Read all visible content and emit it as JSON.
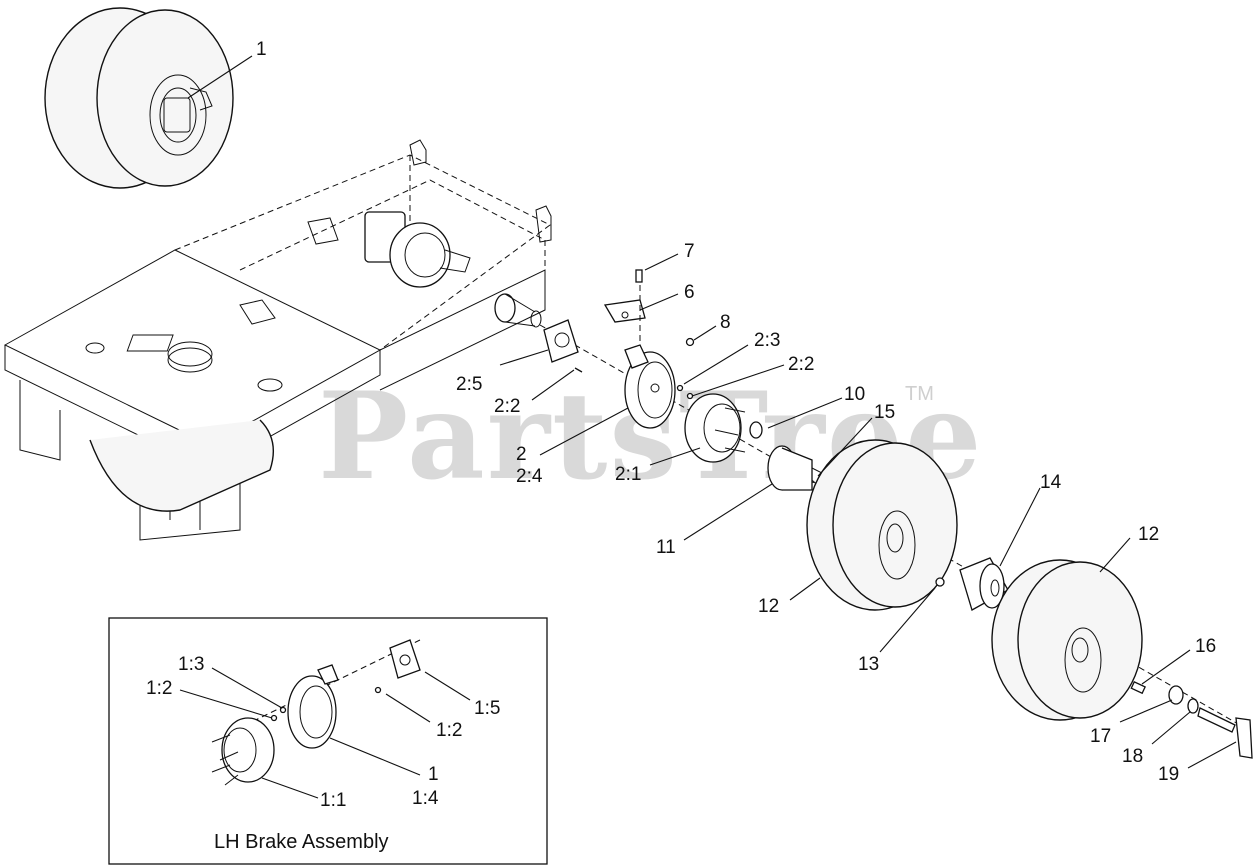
{
  "watermark": {
    "text": "PartsTree",
    "trademark": "TM"
  },
  "inset": {
    "caption": "LH Brake Assembly"
  },
  "callouts": {
    "c1": "1",
    "c7": "7",
    "c6": "6",
    "c8": "8",
    "c2_3": "2:3",
    "c2_2a": "2:2",
    "c10": "10",
    "c15": "15",
    "c2_5": "2:5",
    "c2_2b": "2:2",
    "c2": "2",
    "c2_4": "2:4",
    "c2_1": "2:1",
    "c11": "11",
    "c14": "14",
    "c12a": "12",
    "c12b": "12",
    "c13": "13",
    "c16": "16",
    "c17": "17",
    "c18": "18",
    "c19": "19",
    "i1_3": "1:3",
    "i1_2a": "1:2",
    "i1_5": "1:5",
    "i1_2b": "1:2",
    "i1": "1",
    "i1_4": "1:4",
    "i1_1": "1:1"
  }
}
